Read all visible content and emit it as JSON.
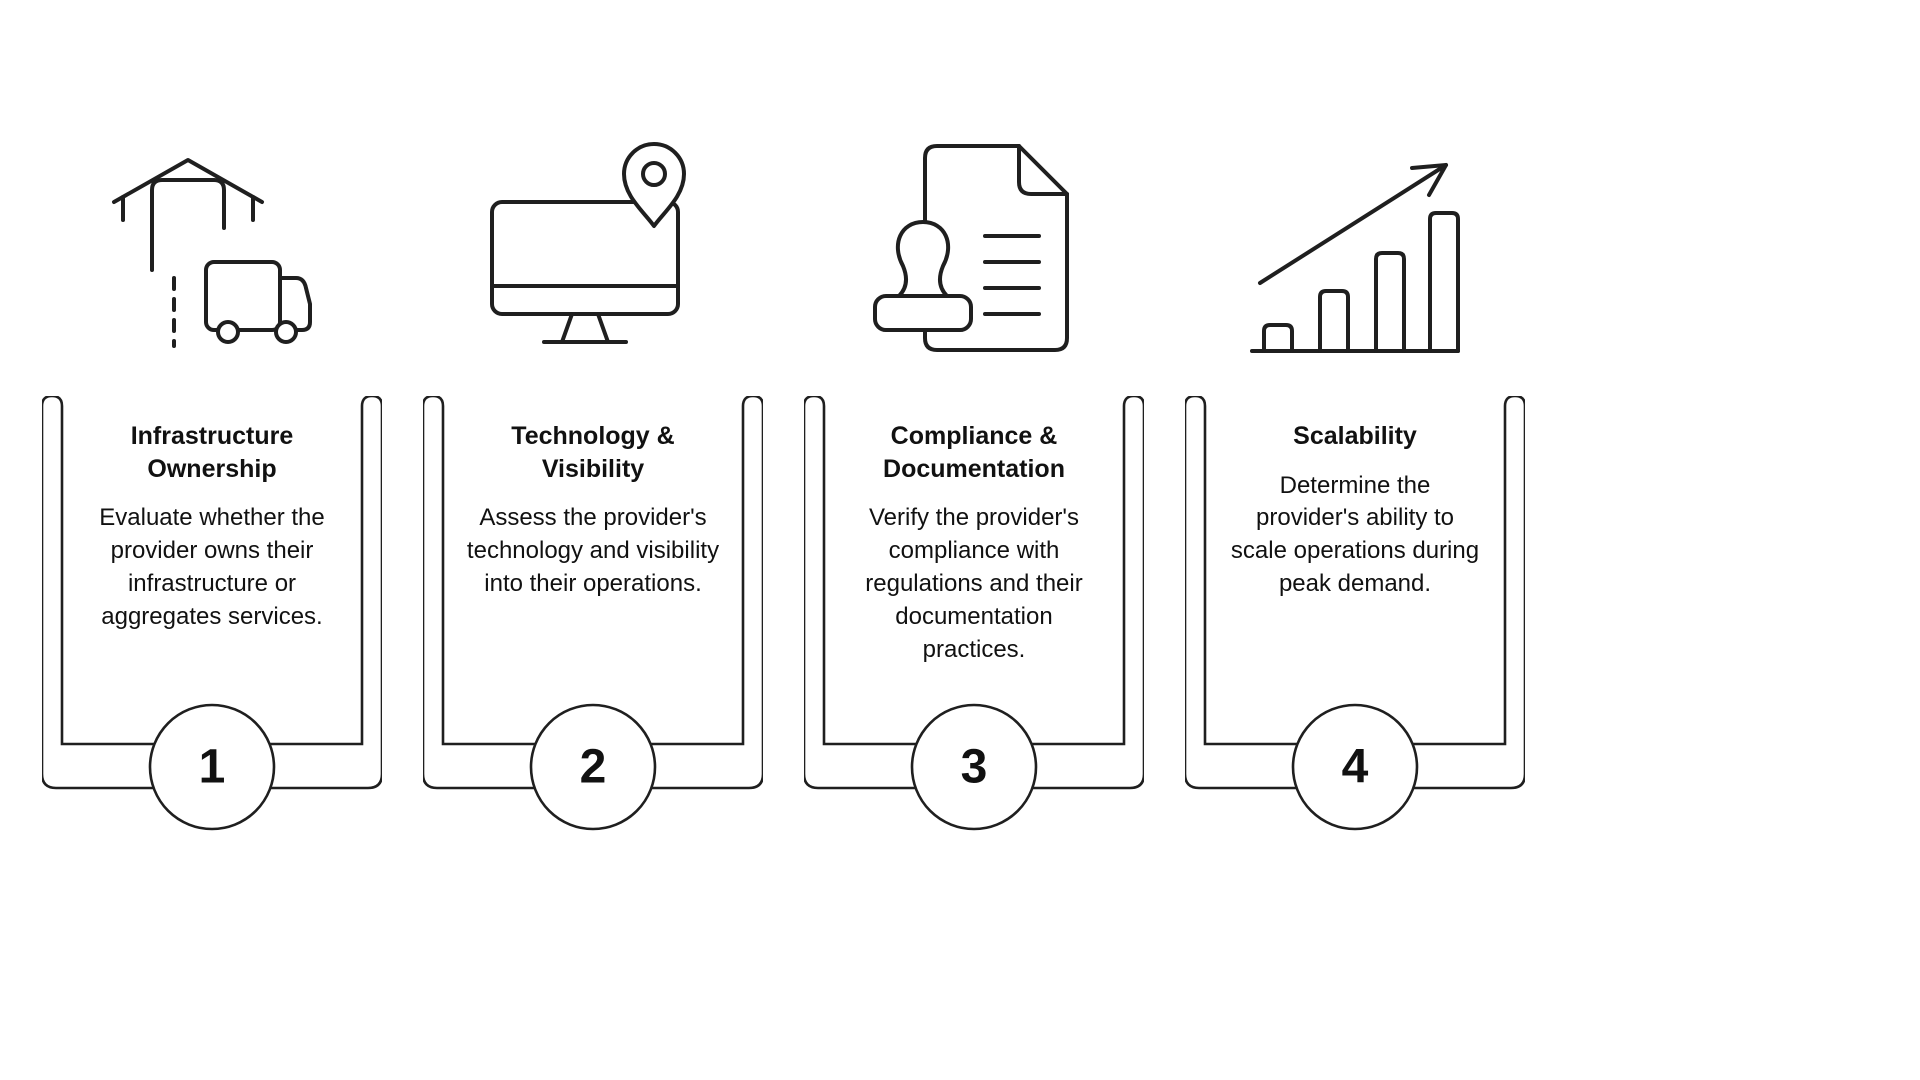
{
  "colors": {
    "stroke": "#1f1f1f",
    "background": "#ffffff",
    "text": "#111111"
  },
  "steps": [
    {
      "number": "1",
      "title": "Infrastructure Ownership",
      "description": "Evaluate whether the provider owns their infrastructure or aggregates services.",
      "icon": "warehouse-truck-icon"
    },
    {
      "number": "2",
      "title": "Technology & Visibility",
      "description": "Assess the provider's technology and visibility into their operations.",
      "icon": "monitor-location-icon"
    },
    {
      "number": "3",
      "title": "Compliance & Documentation",
      "description": "Verify the provider's compliance with regulations and their documentation practices.",
      "icon": "stamp-document-icon"
    },
    {
      "number": "4",
      "title": "Scalability",
      "description": "Determine the provider's ability to scale operations during peak demand.",
      "icon": "growth-chart-icon"
    }
  ]
}
